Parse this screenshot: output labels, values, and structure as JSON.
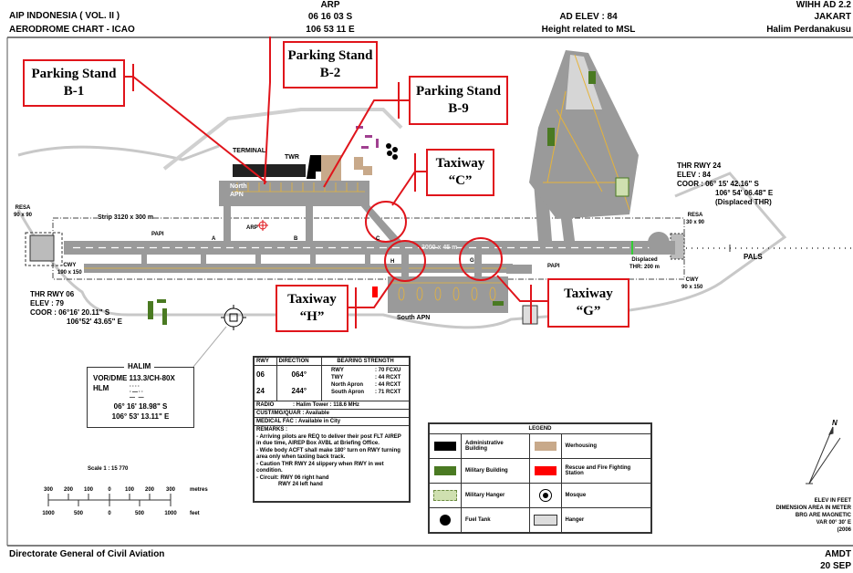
{
  "header": {
    "left": [
      "AIP INDONESIA ( VOL. II )",
      "AERODROME CHART - ICAO"
    ],
    "arp": [
      "ARP",
      "06 16 03 S",
      "106 53 11 E"
    ],
    "elev": [
      "AD ELEV : 84",
      "Height related to MSL"
    ],
    "right": [
      "WIHH AD 2.2",
      "JAKART",
      "Halim Perdanakusu"
    ]
  },
  "callouts": {
    "b1": [
      "Parking Stand",
      "B-1"
    ],
    "b2": [
      "Parking Stand",
      "B-2"
    ],
    "b9": [
      "Parking Stand",
      "B-9"
    ],
    "c": [
      "Taxiway",
      "“C”"
    ],
    "h": [
      "Taxiway",
      "“H”"
    ],
    "g": [
      "Taxiway",
      "“G”"
    ]
  },
  "map_labels": {
    "terminal": "TERMINAL",
    "twr": "TWR",
    "north_apn": [
      "North",
      "APN"
    ],
    "south_apn": "South APN",
    "strip": "Strip 3120 x 300 m",
    "runway": "3000 x 45 m",
    "arp": "ARP",
    "papi_w": "PAPI",
    "papi_e": "PAPI",
    "twy_a": "A",
    "twy_b": "B",
    "twy_c": "C",
    "twy_h": "H",
    "twy_g": "G",
    "resa_w": [
      "RESA",
      "90 x 90"
    ],
    "cwy_w": [
      "CWY",
      "190 x 150"
    ],
    "resa_e": [
      "RESA",
      "30 x 90"
    ],
    "cwy_e": [
      "CWY",
      "90 x 150"
    ],
    "displaced": [
      "Displaced",
      "THR: 200 m"
    ],
    "pals": "PALS"
  },
  "thr06": [
    "THR RWY 06",
    "ELEV   :  79",
    "COOR  :   06°16' 20.11\" S",
    "106°52' 43.65\" E"
  ],
  "thr24": [
    "THR RWY 24",
    "ELEV   :   84",
    "COOR  :   06° 15' 42.16\" S",
    "106° 54' 06.48\" E",
    "(Displaced THR)"
  ],
  "halim": {
    "title": "HALIM",
    "line1": "VOR/DME 113.3/CH-80X",
    "ident": "HLM",
    "lat": "06° 16' 18.98\" S",
    "lon": "106° 53' 13.11\" E"
  },
  "scale": {
    "title": "Scale 1 : 15 770",
    "metres": [
      "300",
      "200",
      "100",
      "0",
      "100",
      "200",
      "300"
    ],
    "metres_unit": "metres",
    "feet": [
      "1000",
      "500",
      "0",
      "500",
      "1000"
    ],
    "feet_unit": "feet"
  },
  "info": {
    "headers": [
      "RWY",
      "DIRECTION",
      "BEARING STRENGTH"
    ],
    "rwys": [
      {
        "rwy": "06",
        "dir": "064°"
      },
      {
        "rwy": "24",
        "dir": "244°"
      }
    ],
    "strength": [
      [
        "RWY",
        ": 70 FCXU"
      ],
      [
        "TWY",
        ": 44 RCXT"
      ],
      [
        "North Apron",
        ": 44 RCXT"
      ],
      [
        "South Apron",
        ": 71 RCXT"
      ]
    ],
    "radio": [
      "RADIO",
      ": Halim Tower  : 118.6 MHz"
    ],
    "cust": [
      "CUST/IMG/QUAR",
      ": Available"
    ],
    "medical": [
      "MEDICAL FAC",
      ": Available in City"
    ],
    "remarks_title": "REMARKS   :",
    "remarks": [
      "- Arriving pilots are REQ to deliver their post FLT AIREP in due time, AIREP Box AVBL at Briefing Office.",
      "- Wide body ACFT shall make 180° turn on RWY turning area only when taxiing back track.",
      "- Caution THR RWY 24 slippery when RWY in wet condition.",
      "- Circuit: RWY 06 right hand",
      "RWY 24 left hand"
    ]
  },
  "legend": {
    "title": "LEGEND",
    "items": [
      {
        "label": "Administrative Building",
        "color": "#000000"
      },
      {
        "label": "Werhousing",
        "color": "#c8a98a"
      },
      {
        "label": "Military Building",
        "color": "#4a7a22"
      },
      {
        "label": "Rescue and Fire Fighting Station",
        "color": "#ff0000"
      },
      {
        "label": "Military Hanger",
        "color": "#cfe0b0"
      },
      {
        "label": "Mosque",
        "color": "#ffffff"
      },
      {
        "label": "Fuel Tank",
        "color": "#000000"
      },
      {
        "label": "Hanger",
        "color": "#dddddd"
      }
    ]
  },
  "notes": [
    "ELEV IN FEET",
    "DIMENSION AREA IN METER",
    "BRG ARE MAGNETIC",
    "VAR 00° 30' E",
    "(2006"
  ],
  "north": "N",
  "footer": {
    "left": "Directorate General of Civil Aviation",
    "right": [
      "AMDT",
      "20 SEP"
    ]
  },
  "colors": {
    "callout": "#e0141b",
    "pavement": "#9a9a9a",
    "taxiline": "#e6b33a",
    "military": "#4a7a22"
  }
}
